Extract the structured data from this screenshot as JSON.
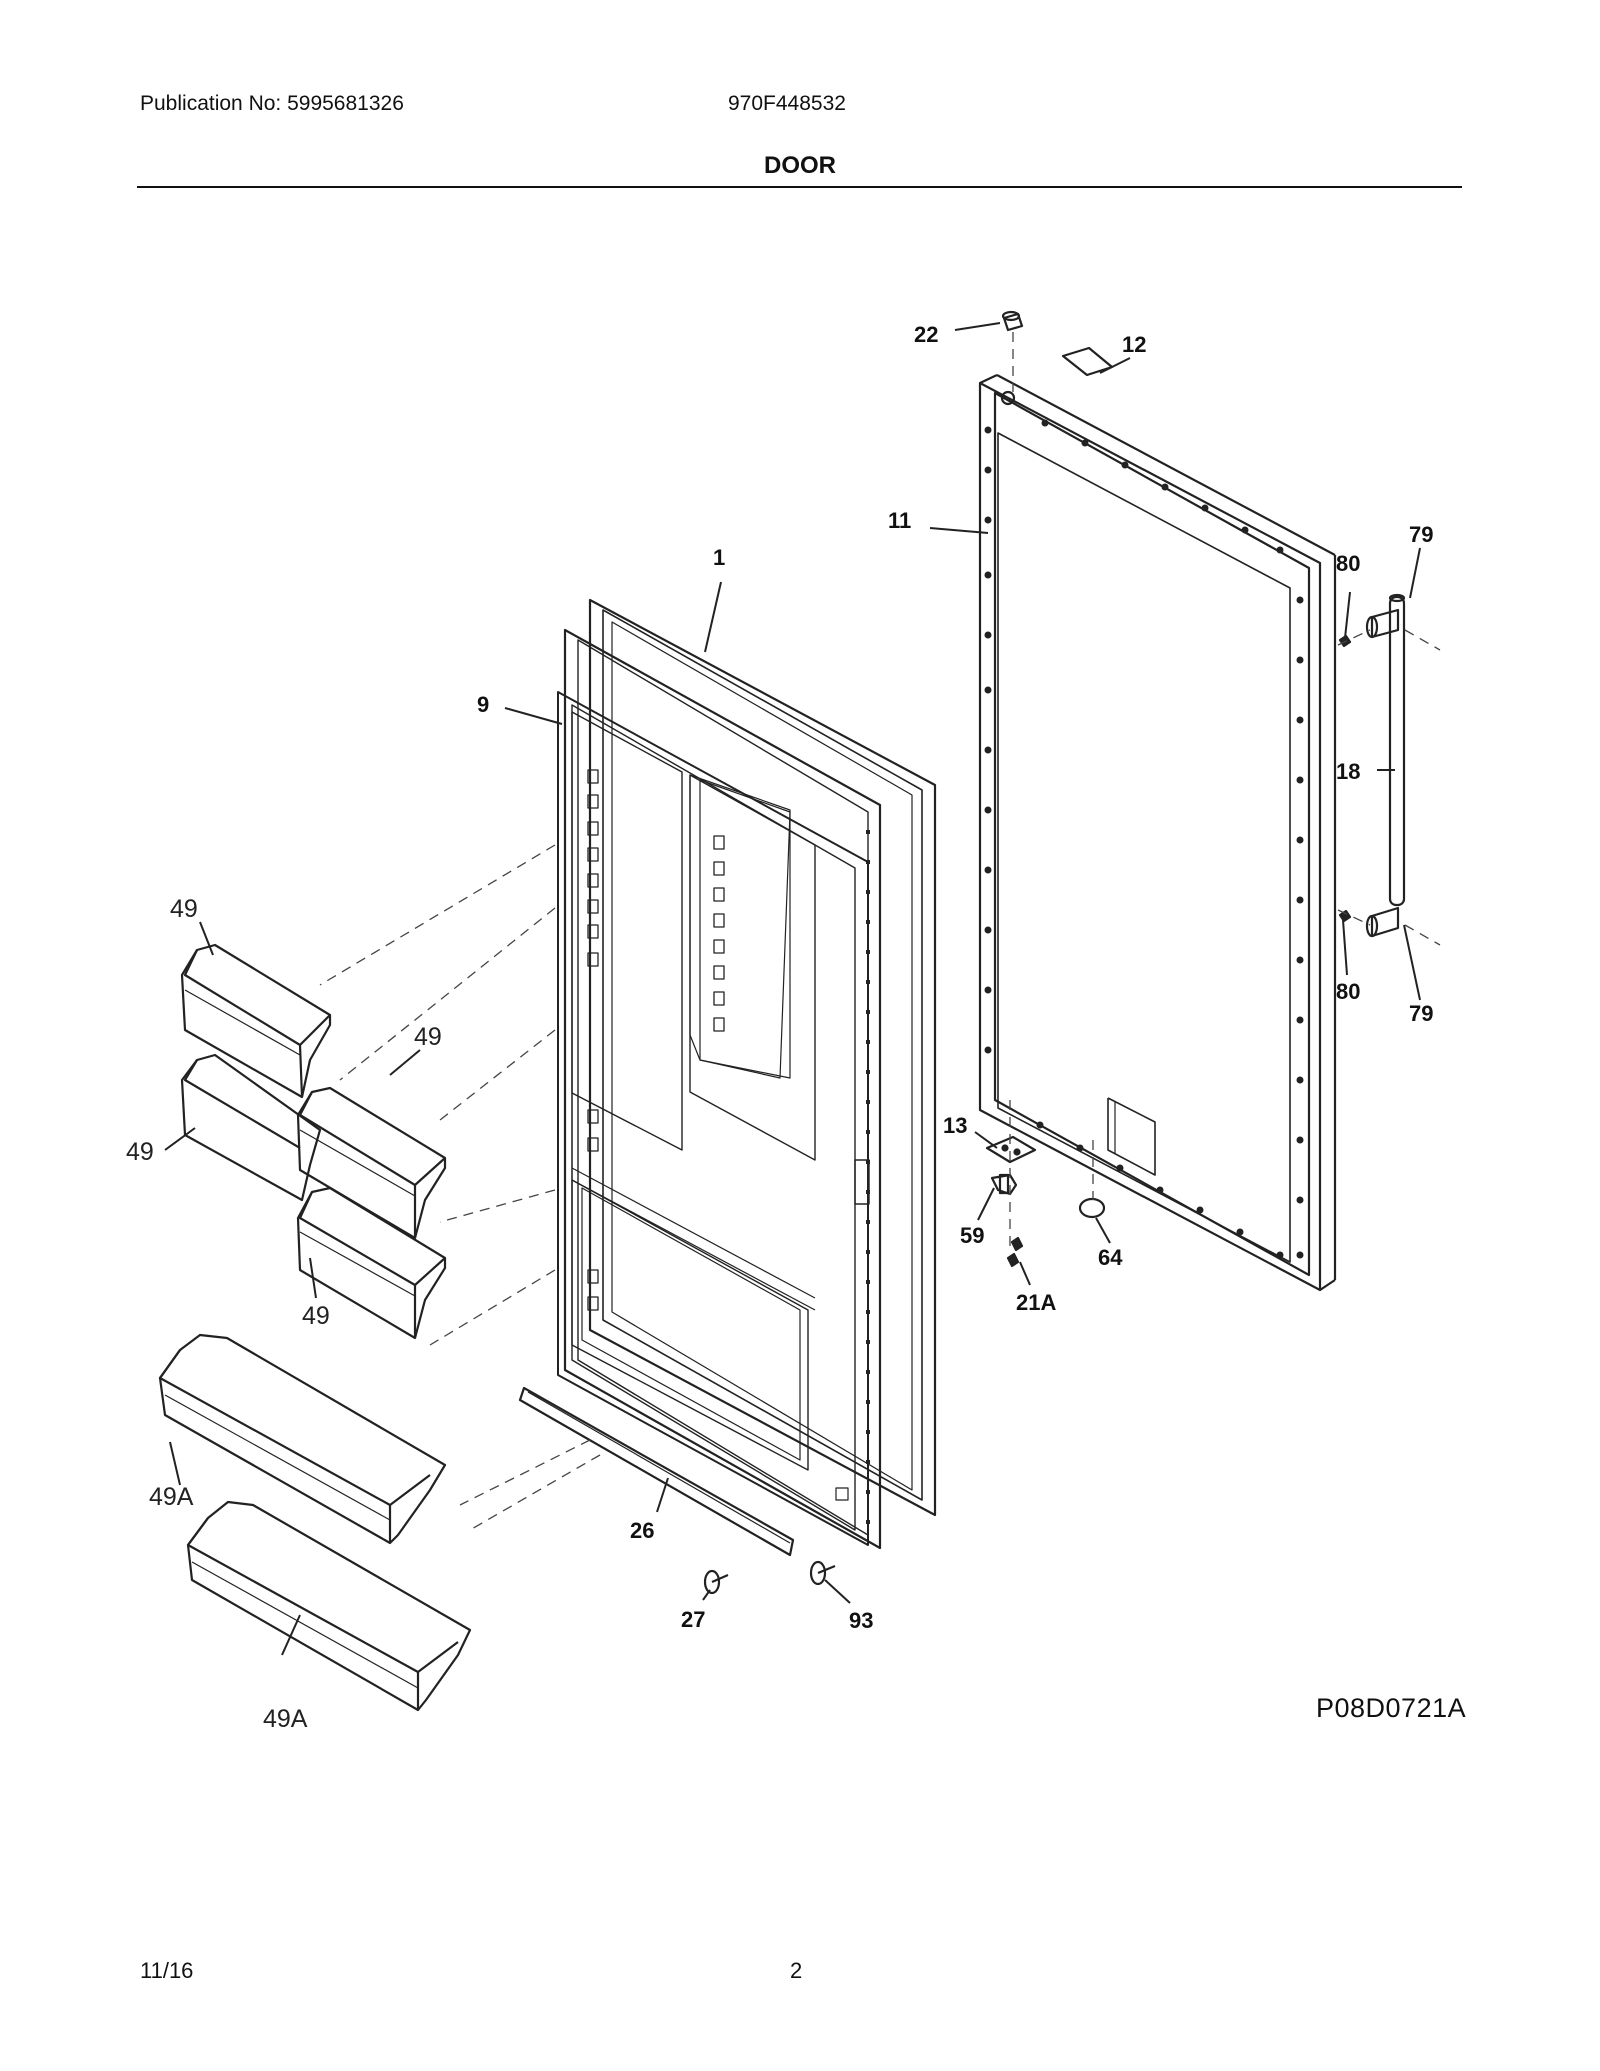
{
  "header": {
    "publication": "Publication No: 5995681326",
    "model": "970F448532",
    "section_title": "DOOR"
  },
  "diagram": {
    "code": "P08D0721A",
    "callouts": {
      "p22": "22",
      "p12": "12",
      "p11": "11",
      "p1": "1",
      "p9": "9",
      "p79_top": "79",
      "p80_top": "80",
      "p18": "18",
      "p80_bottom": "80",
      "p79_bottom": "79",
      "p13": "13",
      "p59": "59",
      "p64": "64",
      "p21a": "21A",
      "p49_a": "49",
      "p49_b": "49",
      "p49_c": "49",
      "p49_d": "49",
      "p49a_top": "49A",
      "p49a_bottom": "49A",
      "p26": "26",
      "p27": "27",
      "p93": "93"
    }
  },
  "footer": {
    "date": "11/16",
    "page": "2"
  }
}
